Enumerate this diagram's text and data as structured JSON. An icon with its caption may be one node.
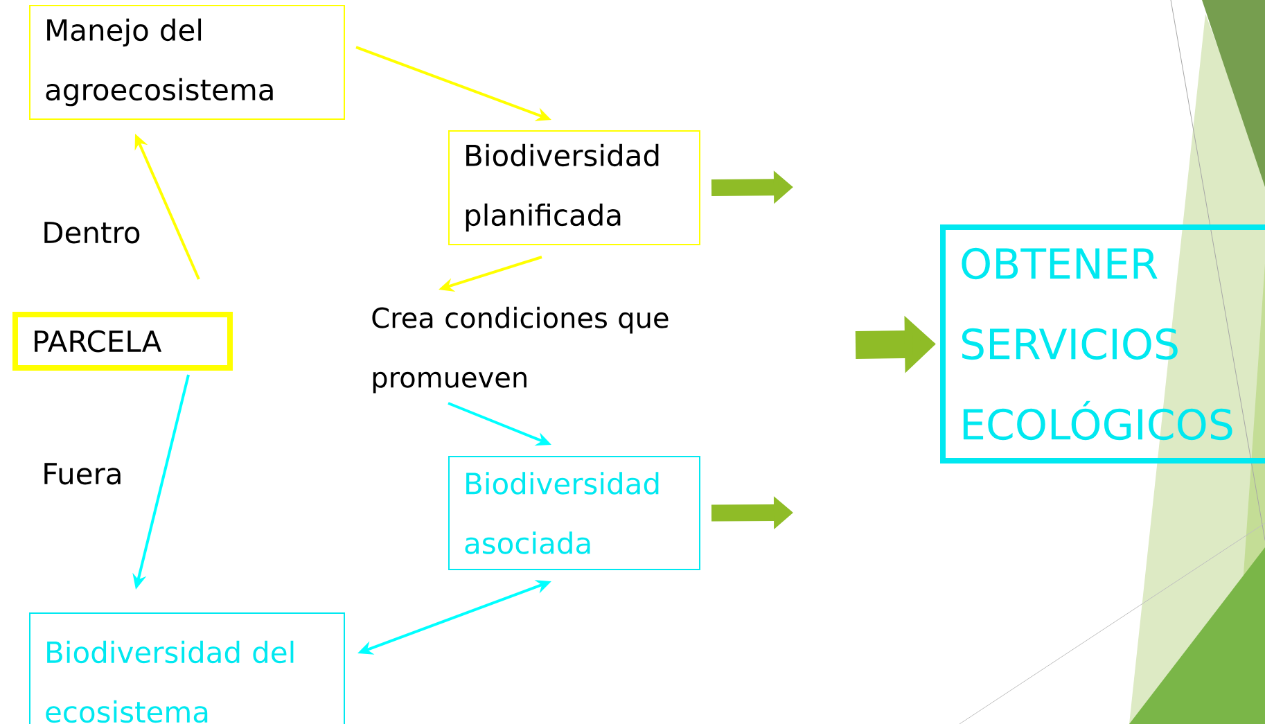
{
  "diagram": {
    "nodes": [
      {
        "text": [
          "Manejo del agroecosistema"
        ]
      },
      {
        "text": [
          "PARCELA"
        ]
      },
      {
        "text": [
          "Biodiversidad planificada"
        ]
      },
      {
        "text": [
          "Crea condiciones que promueven"
        ]
      },
      {
        "text": [
          "Biodiversidad asociada"
        ]
      },
      {
        "text": [
          "Biodiversidad del ecosistema"
        ]
      },
      {
        "text": [
          "OBTENER SERVICIOS ECOLÓGICOS"
        ]
      }
    ],
    "edges": [
      {
        "from": 1,
        "to": 0,
        "arrow": "to",
        "color": "#ffff00"
      },
      {
        "from": 0,
        "to": 2,
        "arrow": "to",
        "color": "#ffff00"
      },
      {
        "from": 2,
        "to": 3,
        "arrow": "to",
        "color": "#ffff00"
      },
      {
        "from": 3,
        "to": 4,
        "arrow": "to",
        "color": "#00ffff"
      },
      {
        "from": 1,
        "to": 5,
        "arrow": "to",
        "color": "#00ffff"
      },
      {
        "from": 4,
        "to": 5,
        "arrow": "both",
        "color": "#00ffff"
      },
      {
        "from": 2,
        "to": null,
        "arrow": "to",
        "style": "thick",
        "color": "#8fbc27"
      },
      {
        "from": 4,
        "to": null,
        "arrow": "to",
        "style": "thick",
        "color": "#8fbc27"
      },
      {
        "from": null,
        "to": 6,
        "arrow": "to",
        "style": "thick",
        "color": "#8fbc27"
      }
    ],
    "labels": [
      "Dentro",
      "Fuera"
    ]
  }
}
